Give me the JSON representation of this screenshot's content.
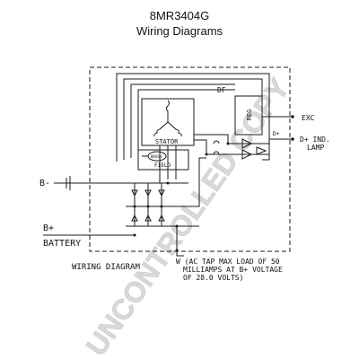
{
  "header": {
    "model": "8MR3404G",
    "subtitle": "Wiring Diagrams"
  },
  "diagram": {
    "labels": {
      "df": "DF",
      "reg": "REG",
      "stator": "STATOR",
      "field": "FIELD",
      "brush": "BRUSH",
      "exc": "EXC",
      "d_plus_small": "D+",
      "d_plus_ind_1": "D+ IND.",
      "d_plus_ind_2": "LAMP",
      "b_minus": "B-",
      "b_plus": "B+",
      "battery": "BATTERY",
      "wiring": "WIRING DIAGRAM",
      "w_note_1": "W (AC TAP MAX LOAD OF 50",
      "w_note_2": "MILLIAMPS AT B+ VOLTAGE",
      "w_note_3": "OF 28.0 VOLTS)"
    },
    "watermark": "UNCONTROLLED COPY"
  },
  "colors": {
    "line": "#1a1a1a",
    "watermark": "#d9d9d9"
  }
}
